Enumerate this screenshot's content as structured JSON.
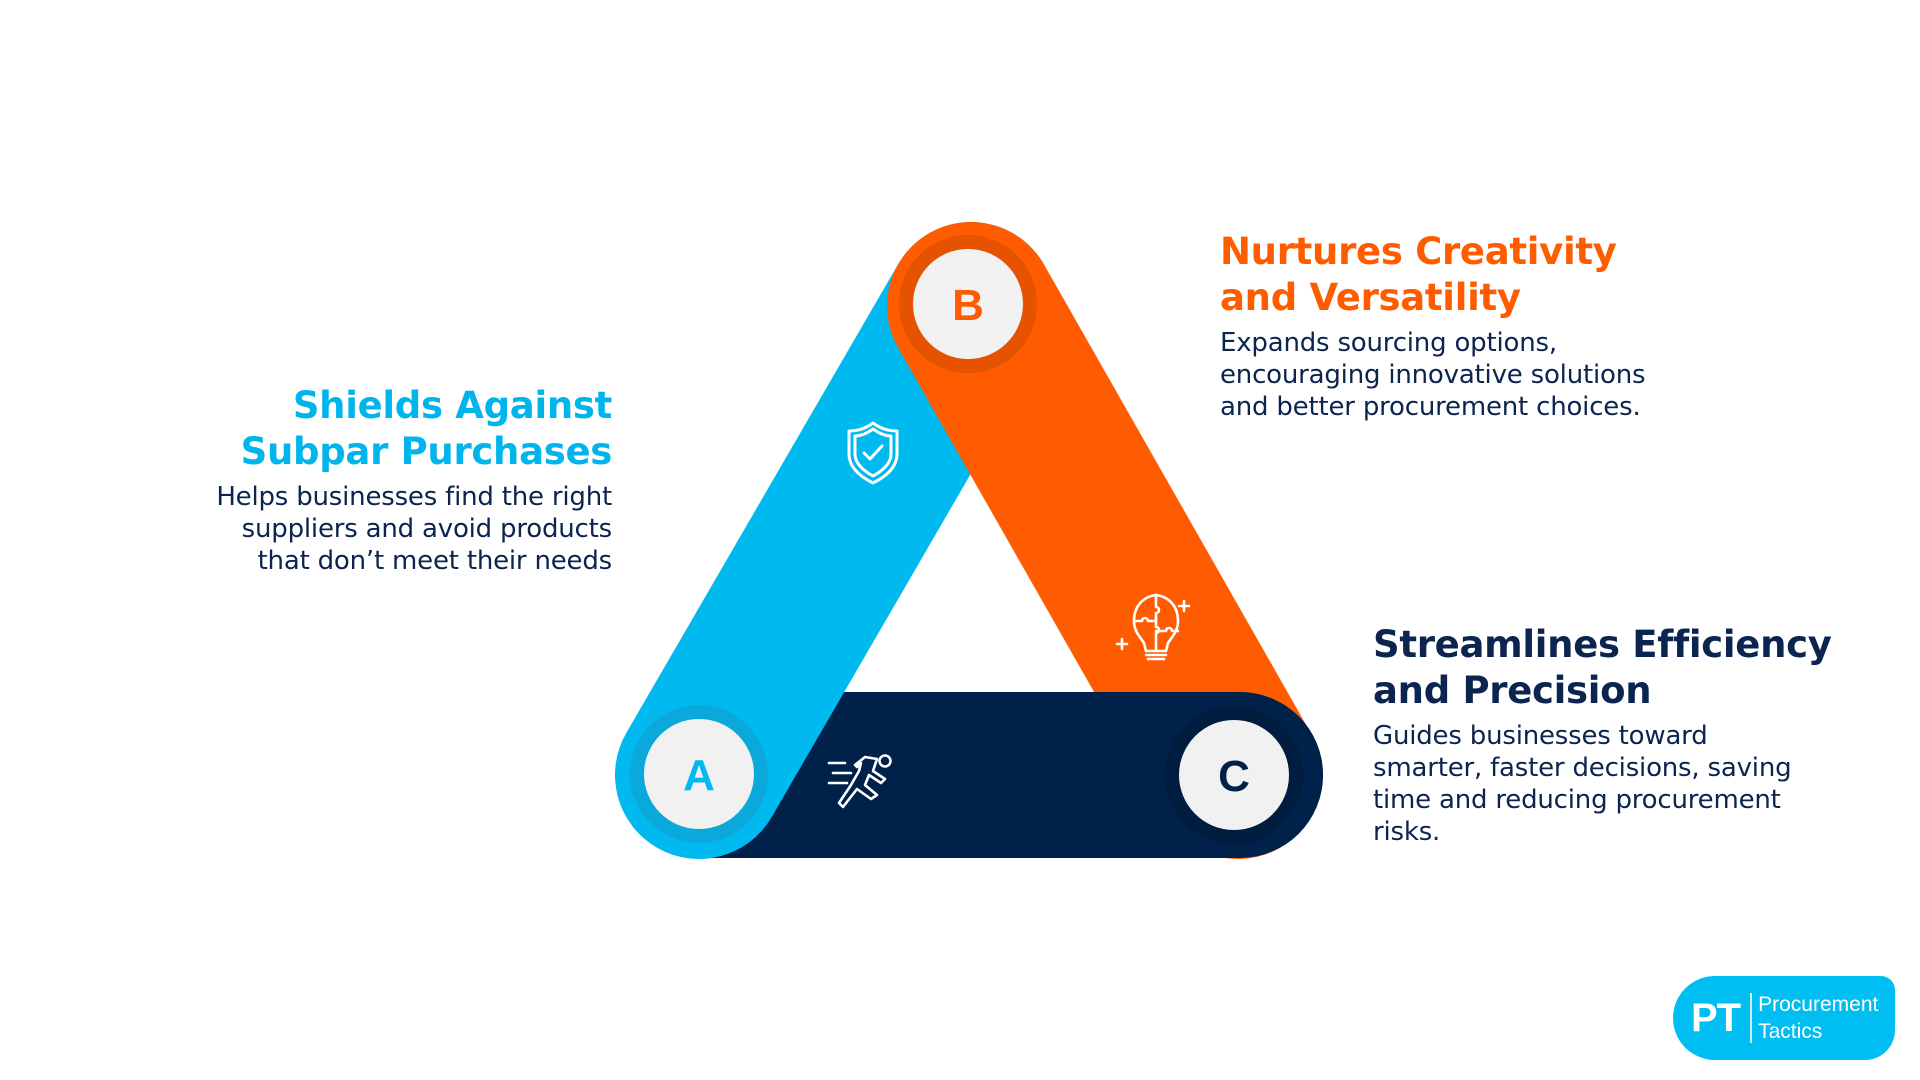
{
  "colors": {
    "blue": "#00B9EE",
    "blue_ring": "#0BA9DB",
    "orange": "#FF5B00",
    "orange_ring": "#E55200",
    "navy": "#00224A",
    "navy_ring": "#001C3E",
    "circle_fill": "#F1F1F1",
    "body_text": "#0B2450"
  },
  "nodes": [
    {
      "letter": "A",
      "icon": "shield-check-icon",
      "color": "blue"
    },
    {
      "letter": "B",
      "icon": "lightbulb-puzzle-icon",
      "color": "orange"
    },
    {
      "letter": "C",
      "icon": "running-person-icon",
      "color": "navy"
    }
  ],
  "sections": {
    "a": {
      "title_lines": [
        "Shields Against",
        "Subpar Purchases"
      ],
      "body_lines": [
        "Helps businesses find the right",
        "suppliers and avoid products",
        "that don’t meet their needs"
      ]
    },
    "b": {
      "title_lines": [
        "Nurtures Creativity",
        "and Versatility"
      ],
      "body_lines": [
        "Expands sourcing options,",
        "encouraging innovative solutions",
        "and better procurement choices."
      ]
    },
    "c": {
      "title_lines": [
        "Streamlines Efficiency",
        "and Precision"
      ],
      "body_lines": [
        "Guides businesses toward",
        "smarter, faster decisions, saving",
        "time and reducing procurement",
        "risks."
      ]
    }
  },
  "logo": {
    "mark": "PT",
    "line1": "Procurement",
    "line2": "Tactics"
  }
}
